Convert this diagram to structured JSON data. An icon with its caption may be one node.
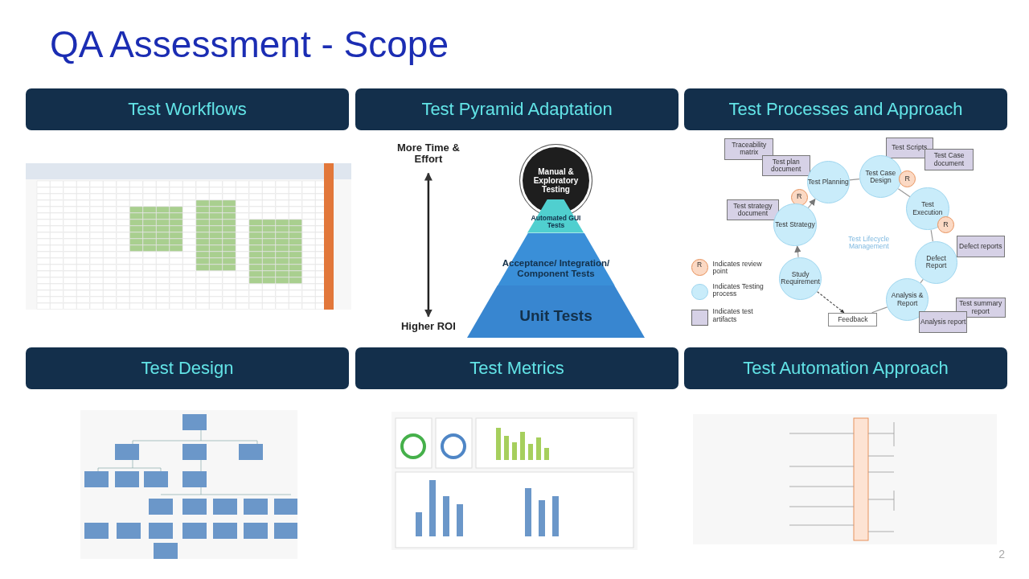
{
  "diagram": {
    "title": "QA Assessment - Scope",
    "nodes": [
      {
        "text": [
          "Test Workflows"
        ]
      },
      {
        "text": [
          "Test Pyramid Adaptation"
        ]
      },
      {
        "text": [
          "Test Processes and Approach"
        ]
      },
      {
        "text": [
          "Manual & Exploratory Testing"
        ]
      },
      {
        "text": [
          "Automated GUI Tests"
        ]
      },
      {
        "text": [
          "Acceptance/ Integration/ Component Tests"
        ]
      },
      {
        "text": [
          "Unit Tests"
        ]
      },
      {
        "text": [
          "Traceability matrix"
        ]
      },
      {
        "text": [
          "Test plan document"
        ]
      },
      {
        "text": [
          "Test Planning"
        ]
      },
      {
        "text": [
          "Test Scripts"
        ]
      },
      {
        "text": [
          "Test Case document"
        ]
      },
      {
        "text": [
          "Test Case Design"
        ]
      },
      {
        "text": [
          "R"
        ]
      },
      {
        "text": [
          "R"
        ]
      },
      {
        "text": [
          "Test strategy document"
        ]
      },
      {
        "text": [
          "Test Strategy"
        ]
      },
      {
        "text": [
          "Test Execution"
        ]
      },
      {
        "text": [
          "R"
        ]
      },
      {
        "text": [
          "Defect reports"
        ]
      },
      {
        "text": [
          "Defect Report"
        ]
      },
      {
        "text": [
          "Study Requirement"
        ]
      },
      {
        "text": [
          "Analysis & Report"
        ]
      },
      {
        "text": [
          "Test summary report"
        ]
      },
      {
        "text": [
          "Feedback"
        ]
      },
      {
        "text": [
          "Analysis report"
        ]
      },
      {
        "text": [
          "Test Design"
        ]
      },
      {
        "text": [
          "Test Metrics"
        ]
      },
      {
        "text": [
          "Test Automation Approach"
        ]
      }
    ],
    "edges": [
      {
        "from": 21,
        "to": 16,
        "arrow": "to"
      },
      {
        "from": 16,
        "to": 9,
        "arrow": "to"
      },
      {
        "from": 9,
        "to": 12,
        "arrow": "none"
      },
      {
        "from": 12,
        "to": 17,
        "arrow": "none"
      },
      {
        "from": 17,
        "to": 20,
        "arrow": "none"
      },
      {
        "from": 20,
        "to": 22,
        "arrow": "none"
      },
      {
        "from": 22,
        "to": 24,
        "arrow": "none"
      },
      {
        "from": 21,
        "to": 24,
        "arrow": "to",
        "style": "dashed"
      }
    ],
    "labels": [
      "More Time & Effort",
      "Higher ROI",
      "Test Lifecycle Management",
      "R",
      "2"
    ],
    "legend": [
      {
        "text": "Indicates review point"
      },
      {
        "text": "Indicates Testing process"
      },
      {
        "text": "Indicates test artifacts"
      }
    ]
  }
}
